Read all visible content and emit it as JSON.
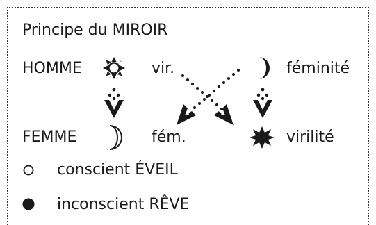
{
  "title": "Principe du MIROIR",
  "row1": {
    "left_label": "HOMME",
    "left_short": "vir.",
    "right_label": "féminité",
    "left_symbol": "sun-icon",
    "right_symbol": "crescent-moon-filled-icon"
  },
  "row2": {
    "left_label": "FEMME",
    "left_short": "fém.",
    "right_label": "virilité",
    "left_symbol": "crescent-moon-outline-icon",
    "right_symbol": "black-star-icon"
  },
  "legend": [
    {
      "symbol": "open-circle-icon",
      "label": "conscient ÉVEIL"
    },
    {
      "symbol": "filled-circle-icon",
      "label": "inconscient RÊVE"
    }
  ],
  "colors": {
    "ink": "#1a1a1a",
    "border": "#333333",
    "background": "#ffffff"
  }
}
